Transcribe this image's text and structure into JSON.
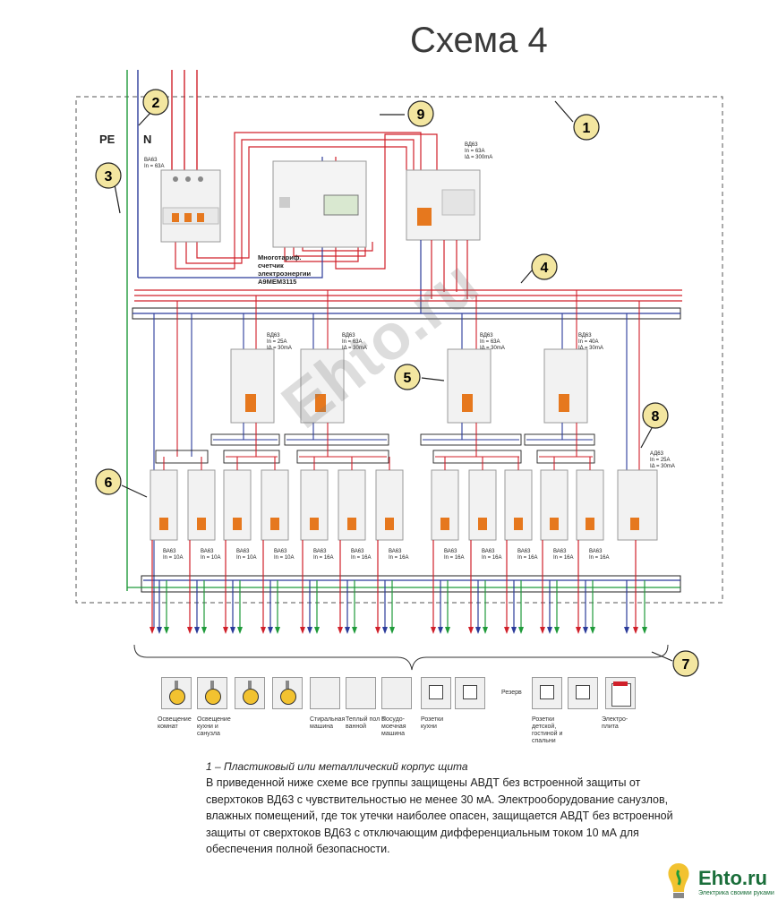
{
  "title": "Схема 4",
  "labels": {
    "pe": "PE",
    "n": "N",
    "main_breaker": [
      "ВА63",
      "In = 63A"
    ],
    "meter": [
      "Многотариф.",
      "счетчик",
      "электроэнергии",
      "A9MEM3115"
    ],
    "main_rcd": [
      "ВД63",
      "In = 63A",
      "IΔ = 300mA"
    ],
    "avdt": [
      "АД63",
      "In = 25A",
      "IΔ = 30mA"
    ]
  },
  "callouts": [
    "1",
    "2",
    "3",
    "4",
    "5",
    "6",
    "7",
    "8",
    "9"
  ],
  "rcds": [
    {
      "lines": [
        "ВД63",
        "In = 25A",
        "IΔ = 30mA"
      ]
    },
    {
      "lines": [
        "ВД63",
        "In = 63A",
        "IΔ = 30mA"
      ]
    },
    {
      "lines": [
        "ВД63",
        "In = 63A",
        "IΔ = 30mA"
      ]
    },
    {
      "lines": [
        "ВД63",
        "In = 40A",
        "IΔ = 30mA"
      ]
    }
  ],
  "breakers": [
    {
      "type": "ВА63",
      "rating": "In = 10A"
    },
    {
      "type": "ВА63",
      "rating": "In = 10A"
    },
    {
      "type": "ВА63",
      "rating": "In = 10A"
    },
    {
      "type": "ВА63",
      "rating": "In = 10A"
    },
    {
      "type": "ВА63",
      "rating": "In = 16A"
    },
    {
      "type": "ВА63",
      "rating": "In = 16A"
    },
    {
      "type": "ВА63",
      "rating": "In = 16A"
    },
    {
      "type": "ВА63",
      "rating": "In = 16A"
    },
    {
      "type": "ВА63",
      "rating": "In = 16A"
    },
    {
      "type": "ВА63",
      "rating": "In = 16A"
    },
    {
      "type": "ВА63",
      "rating": "In = 16A"
    },
    {
      "type": "ВА63",
      "rating": "In = 16A"
    }
  ],
  "appliances": [
    {
      "icon": "lamp-icon",
      "label": "Освещение комнат"
    },
    {
      "icon": "lamp-icon",
      "label": "Освещение кухни и санузла"
    },
    {
      "icon": "washing-machine-icon",
      "label": "Стиральная машина"
    },
    {
      "icon": "floor-heating-icon",
      "label": "Теплый пол в ванной"
    },
    {
      "icon": "dishwasher-icon",
      "label": "Посудо-моечная машина"
    },
    {
      "icon": "socket-icon",
      "label": "Розетки кухни"
    },
    {
      "icon": "reserve",
      "label": "Резерв"
    },
    {
      "icon": "socket-icon",
      "label": "Розетки детской, гостиной и спальни"
    },
    {
      "icon": "stove-icon",
      "label": "Электро-плита"
    }
  ],
  "caption": "1 – Пластиковый или металлический корпус щита",
  "paragraph": "В приведенной ниже схеме все группы защищены АВДТ без встроенной защиты от сверхтоков ВД63 с чувствительностью не менее 30 мА. Электрооборудование санузлов, влажных помещений, где ток утечки наиболее опасен, защищается АВДТ без встроенной защиты от сверхтоков ВД63 с отключающим дифференциальным током 10 мА для обеспечения полной безопасности.",
  "watermark": "Ehto.ru",
  "logo": {
    "name": "Ehto.ru",
    "tagline": "Электрика своими руками"
  },
  "colors": {
    "phase": "#d0202a",
    "neutral": "#2b3b9a",
    "pe": "#1f9a3a",
    "callout_fill": "#f3e6a0"
  }
}
